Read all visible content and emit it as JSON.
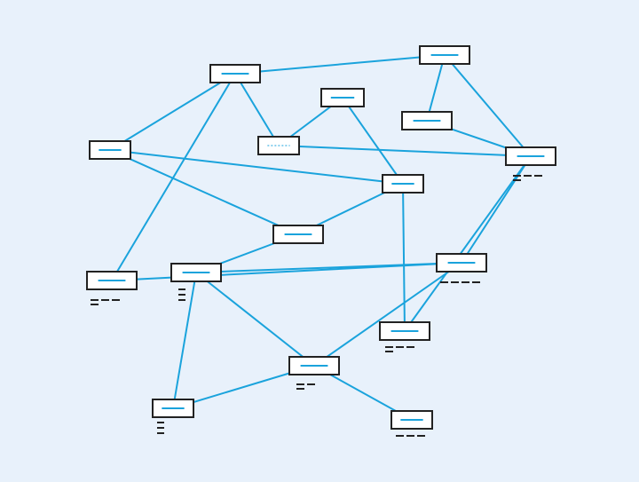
{
  "colors": {
    "background": "#e8f1fb",
    "edge": "#1aa3dc",
    "node_border": "#222222",
    "node_fill": "#ffffff",
    "node_bar": "#1aa3dc",
    "caption_marks": "#222222"
  },
  "nodes": [
    {
      "id": "n1",
      "caption": [],
      "bar": "solid"
    },
    {
      "id": "n2",
      "caption": [],
      "bar": "solid"
    },
    {
      "id": "n3",
      "caption": [],
      "bar": "dotted"
    },
    {
      "id": "n4",
      "caption": [
        "==",
        "--"
      ],
      "bar": "solid"
    },
    {
      "id": "n5",
      "caption": [],
      "bar": "solid"
    },
    {
      "id": "n6",
      "caption": [
        "==",
        "--"
      ],
      "bar": "solid"
    },
    {
      "id": "n7",
      "caption": [
        "==",
        "--",
        "--"
      ],
      "bar": "solid"
    },
    {
      "id": "n8",
      "caption": [],
      "bar": "solid"
    },
    {
      "id": "n9",
      "caption": [
        "==",
        "--",
        "--"
      ],
      "bar": "solid"
    },
    {
      "id": "n10",
      "caption": [
        "=",
        "=",
        "="
      ],
      "bar": "solid"
    },
    {
      "id": "n11",
      "caption": [
        "==",
        "--",
        "--"
      ],
      "bar": "solid"
    },
    {
      "id": "n12",
      "caption": [
        "=",
        "=",
        "=",
        "="
      ],
      "bar": "solid"
    },
    {
      "id": "n13",
      "caption": [
        "==",
        "--",
        "--"
      ],
      "bar": "solid"
    },
    {
      "id": "n14",
      "caption": [
        "==",
        "--"
      ],
      "bar": "solid"
    },
    {
      "id": "n15",
      "caption": [
        "=",
        "=",
        "="
      ],
      "bar": "solid"
    },
    {
      "id": "n16",
      "caption": [
        "--",
        "--",
        "--"
      ],
      "bar": "solid"
    }
  ],
  "edges": [
    [
      "n1",
      "n2"
    ],
    [
      "n1",
      "n3"
    ],
    [
      "n1",
      "n5"
    ],
    [
      "n1",
      "n11"
    ],
    [
      "n2",
      "n7"
    ],
    [
      "n2",
      "n8"
    ],
    [
      "n3",
      "n4"
    ],
    [
      "n3",
      "n9"
    ],
    [
      "n4",
      "n7"
    ],
    [
      "n5",
      "n6"
    ],
    [
      "n6",
      "n9"
    ],
    [
      "n7",
      "n8"
    ],
    [
      "n7",
      "n13"
    ],
    [
      "n8",
      "n10"
    ],
    [
      "n9",
      "n12"
    ],
    [
      "n9",
      "n13"
    ],
    [
      "n10",
      "n12"
    ],
    [
      "n10",
      "n14"
    ],
    [
      "n10",
      "n15"
    ],
    [
      "n11",
      "n12"
    ],
    [
      "n12",
      "n14"
    ],
    [
      "n14",
      "n15"
    ],
    [
      "n14",
      "n16"
    ],
    [
      "n5",
      "n9"
    ]
  ]
}
